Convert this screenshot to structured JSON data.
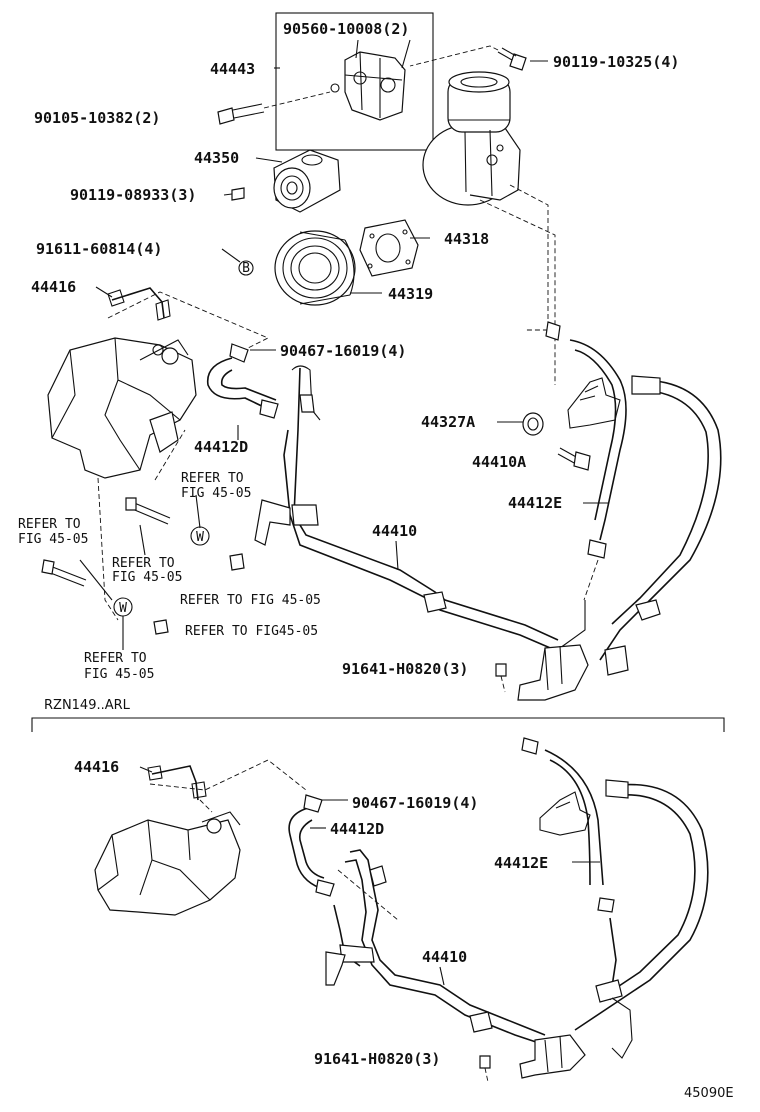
{
  "top_section": {
    "labels": {
      "l_90560": "90560-10008(2)",
      "l_44443": "44443",
      "l_90119_10325": "90119-10325(4)",
      "l_90105": "90105-10382(2)",
      "l_44350": "44350",
      "l_90119_08933": "90119-08933(3)",
      "l_91611": "91611-60814(4)",
      "l_44318": "44318",
      "l_44319": "44319",
      "l_44416": "44416",
      "l_90467": "90467-16019(4)",
      "l_44327a": "44327A",
      "l_44412d": "44412D",
      "l_44410a": "44410A",
      "l_44412e": "44412E",
      "l_44410": "44410",
      "l_91641": "91641-H0820(3)"
    },
    "markers": {
      "b": "B",
      "w": "W"
    },
    "refer_notes": {
      "ref1_a": "REFER TO",
      "ref1_b": "FIG 45-05",
      "ref2_a": "REFER TO",
      "ref2_b": "FIG 45-05",
      "ref3_a": "REFER TO",
      "ref3_b": "FIG 45-05",
      "ref4": "REFER TO FIG 45-05",
      "ref5": "REFER TO FIG45-05",
      "ref6_a": "REFER TO",
      "ref6_b": "FIG 45-05"
    }
  },
  "section_label": "RZN149..ARL",
  "bottom_section": {
    "labels": {
      "l_44416": "44416",
      "l_90467": "90467-16019(4)",
      "l_44412d": "44412D",
      "l_44412e": "44412E",
      "l_44410": "44410",
      "l_91641": "91641-H0820(3)"
    }
  },
  "figure_code": "45090E"
}
